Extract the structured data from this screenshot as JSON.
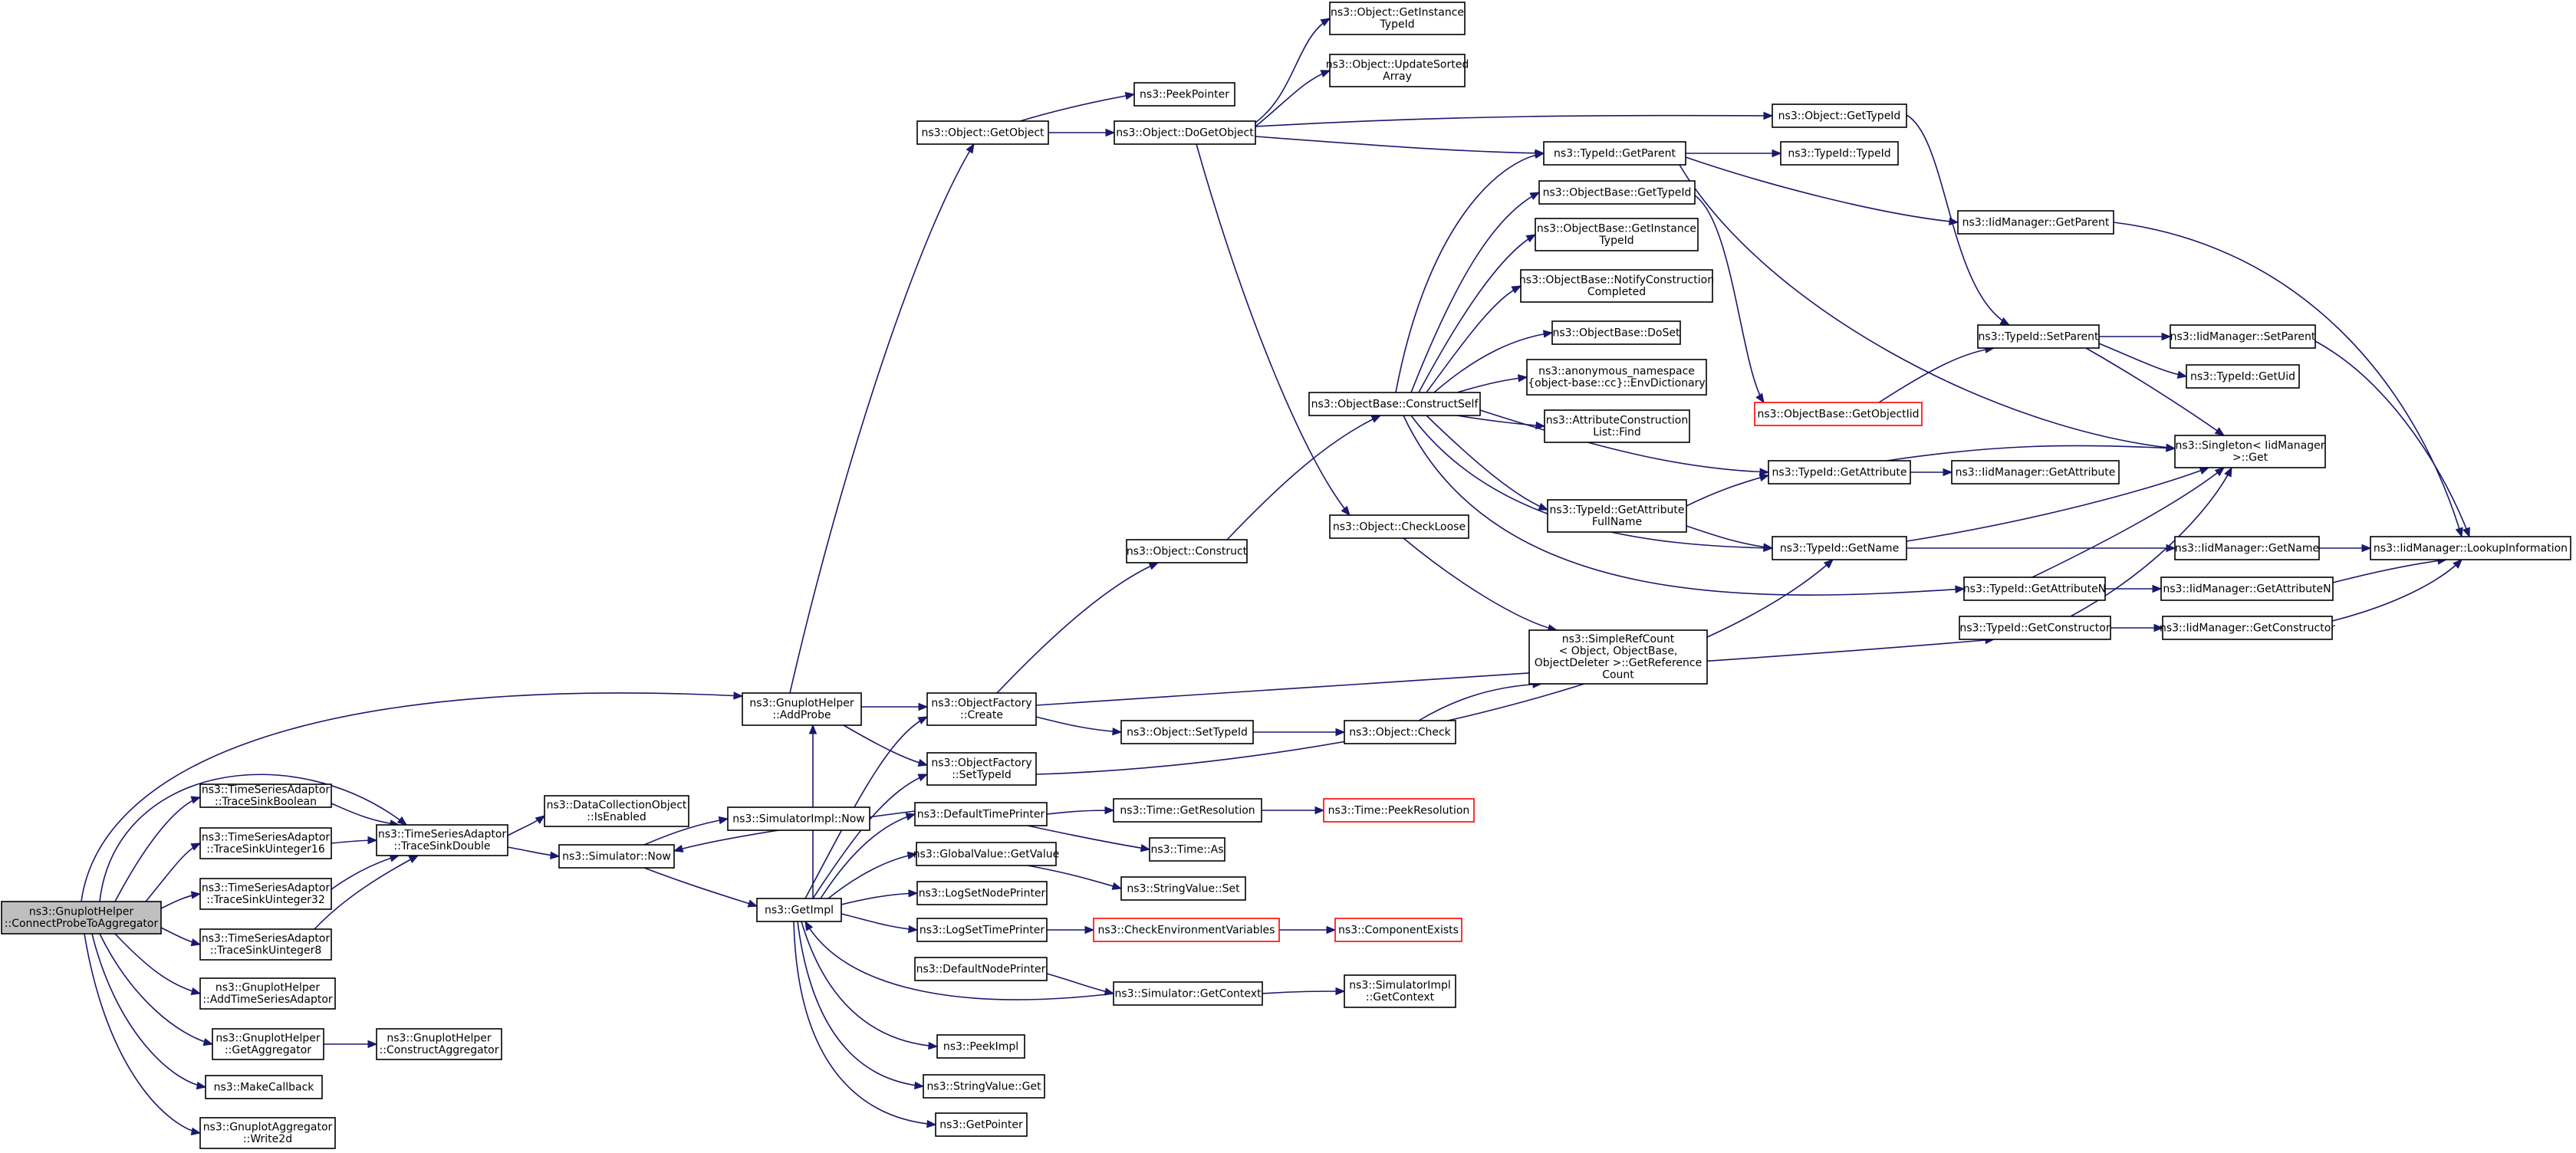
{
  "diagram": {
    "nodes": [
      {
        "id": "root",
        "lines": [
          "ns3::GnuplotHelper",
          "::ConnectProbeToAggregator"
        ],
        "style": "root"
      },
      {
        "id": "addprobe",
        "lines": [
          "ns3::GnuplotHelper",
          "::AddProbe"
        ]
      },
      {
        "id": "ts_bool",
        "lines": [
          "ns3::TimeSeriesAdaptor",
          "::TraceSinkBoolean"
        ]
      },
      {
        "id": "ts_u16",
        "lines": [
          "ns3::TimeSeriesAdaptor",
          "::TraceSinkUinteger16"
        ]
      },
      {
        "id": "ts_u32",
        "lines": [
          "ns3::TimeSeriesAdaptor",
          "::TraceSinkUinteger32"
        ]
      },
      {
        "id": "ts_u8",
        "lines": [
          "ns3::TimeSeriesAdaptor",
          "::TraceSinkUinteger8"
        ]
      },
      {
        "id": "ts_double",
        "lines": [
          "ns3::TimeSeriesAdaptor",
          "::TraceSinkDouble"
        ]
      },
      {
        "id": "add_ts",
        "lines": [
          "ns3::GnuplotHelper",
          "::AddTimeSeriesAdaptor"
        ]
      },
      {
        "id": "get_agg",
        "lines": [
          "ns3::GnuplotHelper",
          "::GetAggregator"
        ]
      },
      {
        "id": "construct_agg",
        "lines": [
          "ns3::GnuplotHelper",
          "::ConstructAggregator"
        ]
      },
      {
        "id": "makecb",
        "lines": [
          "ns3::MakeCallback"
        ]
      },
      {
        "id": "write2d",
        "lines": [
          "ns3::GnuplotAggregator",
          "::Write2d"
        ]
      },
      {
        "id": "dco_enabled",
        "lines": [
          "ns3::DataCollectionObject",
          "::IsEnabled"
        ]
      },
      {
        "id": "sim_now",
        "lines": [
          "ns3::Simulator::Now"
        ]
      },
      {
        "id": "simimpl_now",
        "lines": [
          "ns3::SimulatorImpl::Now"
        ]
      },
      {
        "id": "getimpl",
        "lines": [
          "ns3::GetImpl"
        ]
      },
      {
        "id": "getobject",
        "lines": [
          "ns3::Object::GetObject"
        ]
      },
      {
        "id": "peekpointer",
        "lines": [
          "ns3::PeekPointer"
        ]
      },
      {
        "id": "dogetobject",
        "lines": [
          "ns3::Object::DoGetObject"
        ]
      },
      {
        "id": "getinstancetypeid",
        "lines": [
          "ns3::Object::GetInstance",
          "TypeId"
        ]
      },
      {
        "id": "updatesorted",
        "lines": [
          "ns3::Object::UpdateSorted",
          "Array"
        ]
      },
      {
        "id": "obj_gettypeid",
        "lines": [
          "ns3::Object::GetTypeId"
        ]
      },
      {
        "id": "of_create",
        "lines": [
          "ns3::ObjectFactory",
          "::Create"
        ]
      },
      {
        "id": "of_settypeid",
        "lines": [
          "ns3::ObjectFactory",
          "::SetTypeId"
        ]
      },
      {
        "id": "dtp",
        "lines": [
          "ns3::DefaultTimePrinter"
        ]
      },
      {
        "id": "gv_getvalue",
        "lines": [
          "ns3::GlobalValue::GetValue"
        ]
      },
      {
        "id": "lognodeprinter",
        "lines": [
          "ns3::LogSetNodePrinter"
        ]
      },
      {
        "id": "logtimeprinter",
        "lines": [
          "ns3::LogSetTimePrinter"
        ]
      },
      {
        "id": "dnp",
        "lines": [
          "ns3::DefaultNodePrinter"
        ]
      },
      {
        "id": "peekimpl",
        "lines": [
          "ns3::PeekImpl"
        ]
      },
      {
        "id": "sv_get",
        "lines": [
          "ns3::StringValue::Get"
        ]
      },
      {
        "id": "getpointer",
        "lines": [
          "ns3::GetPointer"
        ]
      },
      {
        "id": "obj_construct",
        "lines": [
          "ns3::Object::Construct"
        ]
      },
      {
        "id": "obj_settypeid",
        "lines": [
          "ns3::Object::SetTypeId"
        ]
      },
      {
        "id": "obj_check",
        "lines": [
          "ns3::Object::Check"
        ]
      },
      {
        "id": "obj_checkloose",
        "lines": [
          "ns3::Object::CheckLoose"
        ]
      },
      {
        "id": "time_getres",
        "lines": [
          "ns3::Time::GetResolution"
        ]
      },
      {
        "id": "time_as",
        "lines": [
          "ns3::Time::As"
        ]
      },
      {
        "id": "peekres",
        "lines": [
          "ns3::Time::PeekResolution"
        ],
        "style": "red"
      },
      {
        "id": "sv_set",
        "lines": [
          "ns3::StringValue::Set"
        ]
      },
      {
        "id": "checkenv",
        "lines": [
          "ns3::CheckEnvironmentVariables"
        ],
        "style": "red"
      },
      {
        "id": "compexists",
        "lines": [
          "ns3::ComponentExists"
        ],
        "style": "red"
      },
      {
        "id": "sim_getctx",
        "lines": [
          "ns3::Simulator::GetContext"
        ]
      },
      {
        "id": "simimpl_getctx",
        "lines": [
          "ns3::SimulatorImpl",
          "::GetContext"
        ]
      },
      {
        "id": "srefcount",
        "lines": [
          "ns3::SimpleRefCount",
          "< Object, ObjectBase,",
          "ObjectDeleter >::GetReference",
          "Count"
        ]
      },
      {
        "id": "ob_construct",
        "lines": [
          "ns3::ObjectBase::ConstructSelf"
        ]
      },
      {
        "id": "ob_gettypeid",
        "lines": [
          "ns3::ObjectBase::GetTypeId"
        ]
      },
      {
        "id": "ob_getinst",
        "lines": [
          "ns3::ObjectBase::GetInstance",
          "TypeId"
        ]
      },
      {
        "id": "ob_notify",
        "lines": [
          "ns3::ObjectBase::NotifyConstruction",
          "Completed"
        ]
      },
      {
        "id": "ob_doset",
        "lines": [
          "ns3::ObjectBase::DoSet"
        ]
      },
      {
        "id": "anon_envdict",
        "lines": [
          "ns3::anonymous_namespace",
          "{object-base::cc}::EnvDictionary"
        ]
      },
      {
        "id": "attr_find",
        "lines": [
          "ns3::AttributeConstruction",
          "List::Find"
        ]
      },
      {
        "id": "tid_getattrfull",
        "lines": [
          "ns3::TypeId::GetAttribute",
          "FullName"
        ]
      },
      {
        "id": "tid_getparent",
        "lines": [
          "ns3::TypeId::GetParent"
        ]
      },
      {
        "id": "tid_typeid",
        "lines": [
          "ns3::TypeId::TypeId"
        ]
      },
      {
        "id": "ob_getobjectiid",
        "lines": [
          "ns3::ObjectBase::GetObjectIid"
        ],
        "style": "red"
      },
      {
        "id": "tid_getattr",
        "lines": [
          "ns3::TypeId::GetAttribute"
        ]
      },
      {
        "id": "tid_getname",
        "lines": [
          "ns3::TypeId::GetName"
        ]
      },
      {
        "id": "tid_getattrn",
        "lines": [
          "ns3::TypeId::GetAttributeN"
        ]
      },
      {
        "id": "tid_getctor",
        "lines": [
          "ns3::TypeId::GetConstructor"
        ]
      },
      {
        "id": "iid_getparent",
        "lines": [
          "ns3::IidManager::GetParent"
        ]
      },
      {
        "id": "tid_setparent",
        "lines": [
          "ns3::TypeId::SetParent"
        ]
      },
      {
        "id": "iid_setparent",
        "lines": [
          "ns3::IidManager::SetParent"
        ]
      },
      {
        "id": "tid_getuid",
        "lines": [
          "ns3::TypeId::GetUid"
        ]
      },
      {
        "id": "singleton_get",
        "lines": [
          "ns3::Singleton< IidManager",
          ">::Get"
        ]
      },
      {
        "id": "iid_getattr",
        "lines": [
          "ns3::IidManager::GetAttribute"
        ]
      },
      {
        "id": "iid_getname",
        "lines": [
          "ns3::IidManager::GetName"
        ]
      },
      {
        "id": "iid_getattrn",
        "lines": [
          "ns3::IidManager::GetAttributeN"
        ]
      },
      {
        "id": "iid_getctor",
        "lines": [
          "ns3::IidManager::GetConstructor"
        ]
      },
      {
        "id": "iid_lookup",
        "lines": [
          "ns3::IidManager::LookupInformation"
        ]
      }
    ]
  }
}
